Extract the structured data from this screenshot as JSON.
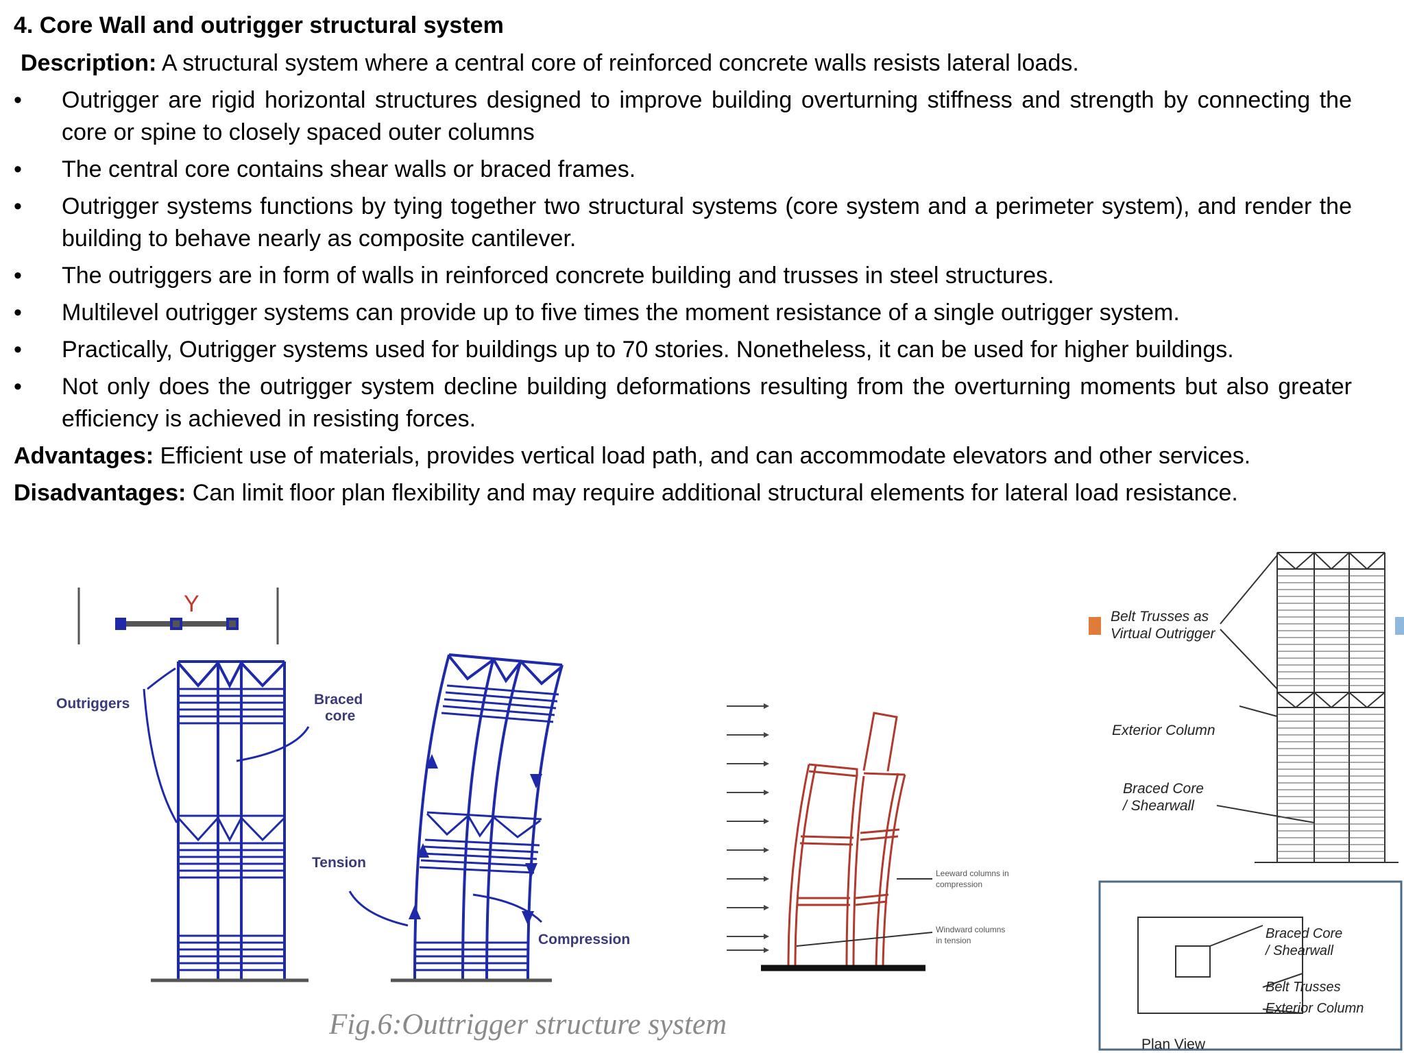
{
  "heading": "4. Core Wall and outrigger structural system",
  "description": {
    "label": "Description:",
    "text": " A structural system where a central core of reinforced concrete walls resists lateral loads."
  },
  "bullets": [
    "Outrigger are rigid horizontal structures designed to improve building overturning stiffness and strength by connecting the core or spine to closely spaced outer columns",
    "The central core contains shear walls or braced frames.",
    "Outrigger systems functions by tying together two structural systems (core system and a perimeter system), and render the building to behave nearly as composite cantilever.",
    "The outriggers are in form of walls in reinforced concrete building and trusses in steel structures.",
    "Multilevel outrigger systems can provide up to five times the moment resistance of a single outrigger system.",
    "Practically, Outrigger systems used for buildings up to 70 stories. Nonetheless, it can be used for higher buildings.",
    "Not only does the outrigger system decline building deformations resulting from the overturning moments but also greater efficiency is achieved in resisting forces."
  ],
  "advantages": {
    "label": "Advantages:",
    "text": " Efficient use of materials, provides vertical load path, and can accommodate elevators and other services."
  },
  "disadvantages": {
    "label": "Disadvantages:",
    "text": " Can limit floor plan flexibility and may require additional structural elements for lateral load resistance."
  },
  "figure1": {
    "y_label": "Y",
    "outriggers": "Outriggers",
    "braced_core_1": "Braced",
    "braced_core_2": "core",
    "tension": "Tension",
    "compression": "Compression",
    "caption": "Fig.6:Outtrigger structure system",
    "color": "#1f2aa8"
  },
  "figure2": {
    "leeward_1": "Leeward columns in",
    "leeward_2": "compression",
    "windward_1": "Windward columns",
    "windward_2": "in tension",
    "color": "#b03a2e"
  },
  "figure3": {
    "belt_1": "Belt Trusses as",
    "belt_2": "Virtual Outrigger",
    "exterior_column": "Exterior Column",
    "core_1": "Braced Core",
    "core_2": "/ Shearwall",
    "plan_core_1": "Braced Core",
    "plan_core_2": "/ Shearwall",
    "plan_belt": "Belt Trusses",
    "plan_exterior": "Exterior Column",
    "plan_view": "Plan View",
    "accent_orange": "#e07b39",
    "accent_blue": "#8fb8dd"
  }
}
